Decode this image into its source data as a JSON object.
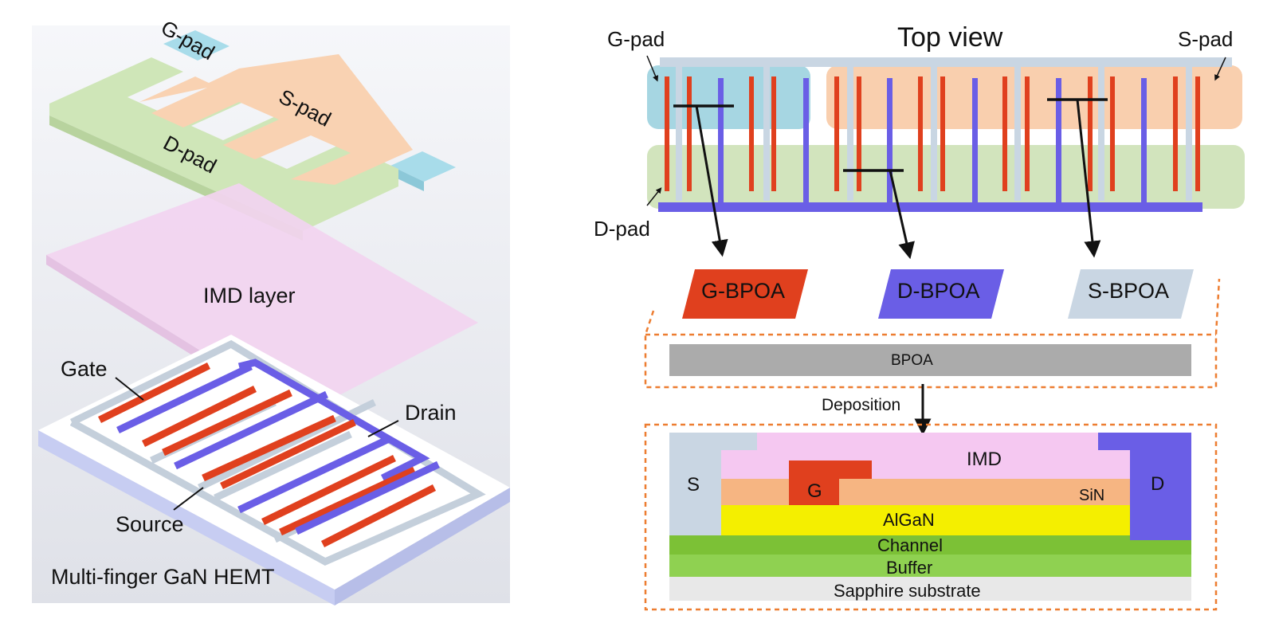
{
  "left": {
    "pad_labels": {
      "g_pad": "G-pad",
      "s_pad": "S-pad",
      "d_pad": "D-pad"
    },
    "imd_layer": "IMD layer",
    "gate": "Gate",
    "drain": "Drain",
    "source": "Source",
    "caption": "Multi-finger GaN HEMT"
  },
  "top_view": {
    "title": "Top view",
    "g_pad": "G-pad",
    "s_pad": "S-pad",
    "d_pad": "D-pad"
  },
  "bpoa": {
    "g": "G-BPOA",
    "d": "D-BPOA",
    "s": "S-BPOA",
    "layer": "BPOA",
    "deposition": "Deposition"
  },
  "cross_section": {
    "s": "S",
    "d": "D",
    "g": "G",
    "imd": "IMD",
    "sin": "SiN",
    "algan": "AlGaN",
    "channel": "Channel",
    "buffer": "Buffer",
    "substrate": "Sapphire substrate"
  },
  "colors": {
    "gate": "#e0401e",
    "drain": "#6a5ee6",
    "source": "#c9d6e3",
    "g_pad": "#a6d6e2",
    "s_pad": "#f9cfae",
    "d_pad": "#d2e4bd",
    "imd": "#f5c8f1",
    "sin": "#f6b582",
    "algan": "#f4ef00",
    "channel": "#7cc136",
    "buffer": "#8fd151",
    "substrate": "#e8e8e8",
    "bpoa_layer": "#ababab",
    "dash": "#ed7d31"
  }
}
